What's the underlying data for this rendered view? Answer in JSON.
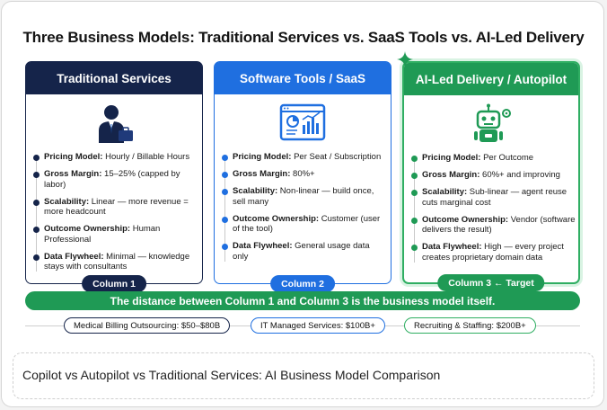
{
  "title": "Three Business Models: Traditional Services vs. SaaS Tools vs. AI-Led Delivery",
  "columns": [
    {
      "header": "Traditional Services",
      "icon": "businessman-icon",
      "tag": "Column 1",
      "rows": [
        {
          "label": "Pricing Model:",
          "value": " Hourly / Billable Hours"
        },
        {
          "label": "Gross Margin:",
          "value": " 15–25% (capped by labor)"
        },
        {
          "label": "Scalability:",
          "value": " Linear — more revenue = more headcount"
        },
        {
          "label": "Outcome Ownership:",
          "value": " Human Professional"
        },
        {
          "label": "Data Flywheel:",
          "value": " Minimal — knowledge stays with consultants"
        }
      ]
    },
    {
      "header": "Software Tools / SaaS",
      "icon": "dashboard-icon",
      "tag": "Column 2",
      "rows": [
        {
          "label": "Pricing Model:",
          "value": " Per Seat / Subscription"
        },
        {
          "label": "Gross Margin:",
          "value": " 80%+"
        },
        {
          "label": "Scalability:",
          "value": " Non-linear — build once, sell many"
        },
        {
          "label": "Outcome Ownership:",
          "value": " Customer (user of the tool)"
        },
        {
          "label": "Data Flywheel:",
          "value": " General usage data only"
        }
      ]
    },
    {
      "header": "AI-Led Delivery / Autopilot",
      "icon": "robot-icon",
      "tag": "Column 3 ← Target",
      "rows": [
        {
          "label": "Pricing Model:",
          "value": " Per Outcome"
        },
        {
          "label": "Gross Margin:",
          "value": " 60%+ and improving"
        },
        {
          "label": "Scalability:",
          "value": " Sub-linear — agent reuse cuts marginal cost"
        },
        {
          "label": "Outcome Ownership:",
          "value": " Vendor (software delivers the result)"
        },
        {
          "label": "Data Flywheel:",
          "value": " High — every project creates proprietary domain data"
        }
      ]
    }
  ],
  "banner": "The distance between Column 1 and Column 3 is the business model itself.",
  "markets": [
    "Medical Billing Outsourcing: $50–$80B",
    "IT Managed Services: $100B+",
    "Recruiting & Staffing: $200B+"
  ],
  "caption": "Copilot vs Autopilot vs Traditional Services: AI Business Model Comparison",
  "colors": {
    "navy": "#15244a",
    "blue": "#1f6fe0",
    "green": "#1f9a55"
  }
}
